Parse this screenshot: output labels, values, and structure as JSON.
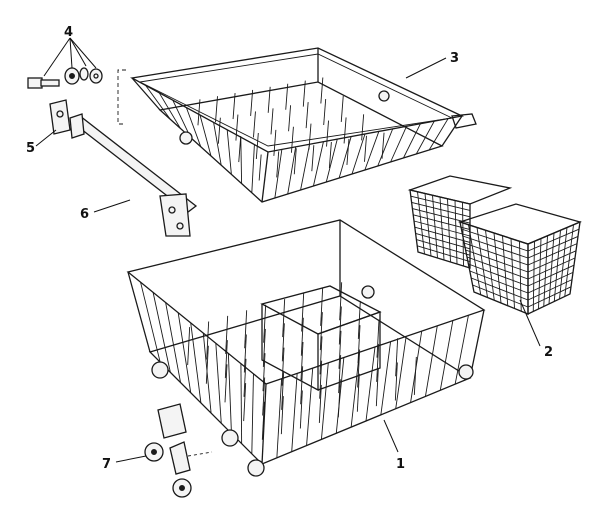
{
  "callouts": [
    {
      "id": "1",
      "text": "1"
    },
    {
      "id": "2",
      "text": "2"
    },
    {
      "id": "3",
      "text": "3"
    },
    {
      "id": "4",
      "text": "4"
    },
    {
      "id": "5",
      "text": "5"
    },
    {
      "id": "6",
      "text": "6"
    },
    {
      "id": "7",
      "text": "7"
    }
  ],
  "colors": {
    "line": "#1a1a1a",
    "background": "#ffffff"
  }
}
